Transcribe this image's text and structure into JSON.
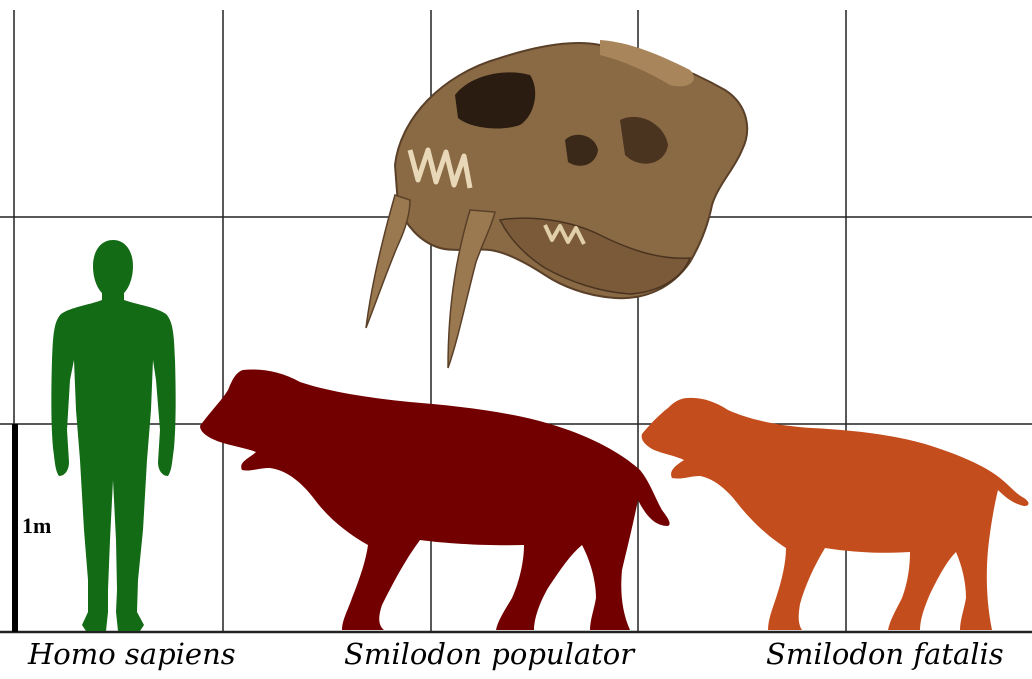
{
  "scale_bar": {
    "label": "1m"
  },
  "captions": [
    {
      "key": "human",
      "text": "Homo sapiens"
    },
    {
      "key": "populator",
      "text": "Smilodon populator"
    },
    {
      "key": "fatalis",
      "text": "Smilodon fatalis"
    }
  ],
  "colors": {
    "human": "#136b16",
    "populator": "#730000",
    "fatalis": "#c44d1d",
    "grid": "#1a1a1a",
    "skull": "#8a6a45"
  }
}
